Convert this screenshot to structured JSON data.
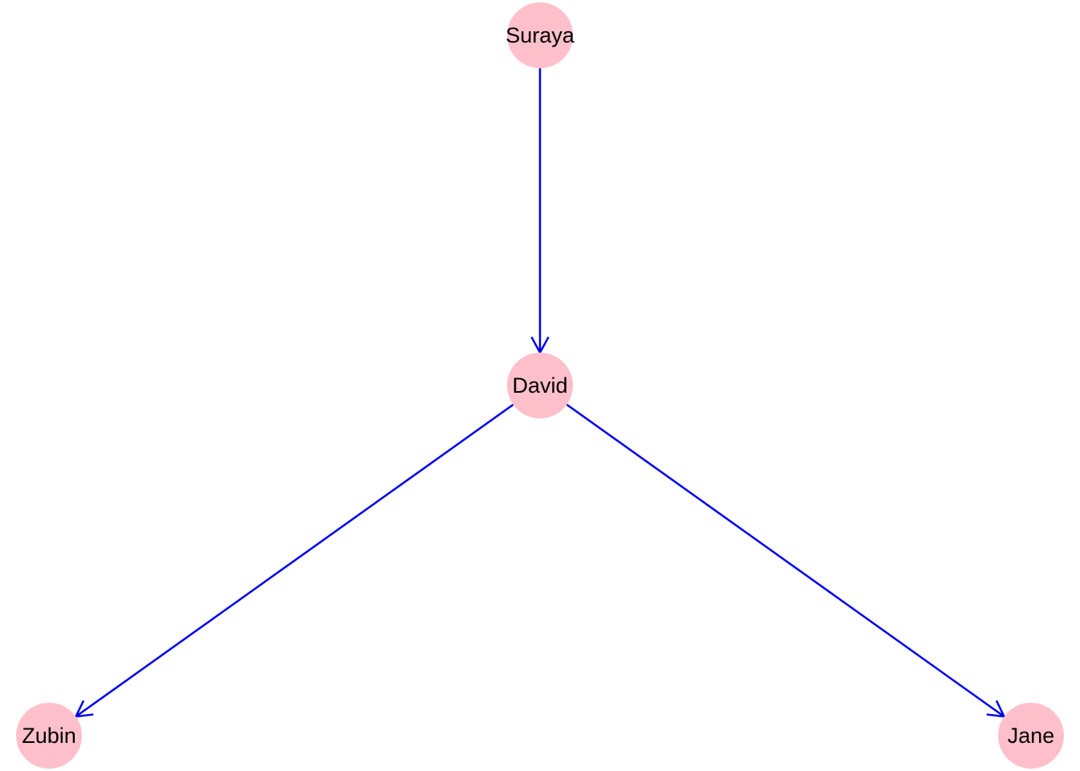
{
  "diagram": {
    "type": "directed-graph",
    "colors": {
      "node_fill": "#ffc0cb",
      "edge": "#0000ee",
      "label": "#000000",
      "background": "#ffffff"
    },
    "nodes": [
      {
        "id": "suraya",
        "label": "Suraya"
      },
      {
        "id": "david",
        "label": "David"
      },
      {
        "id": "zubin",
        "label": "Zubin"
      },
      {
        "id": "jane",
        "label": "Jane"
      }
    ],
    "edges": [
      {
        "from": "suraya",
        "to": "david"
      },
      {
        "from": "david",
        "to": "zubin"
      },
      {
        "from": "david",
        "to": "jane"
      }
    ]
  }
}
